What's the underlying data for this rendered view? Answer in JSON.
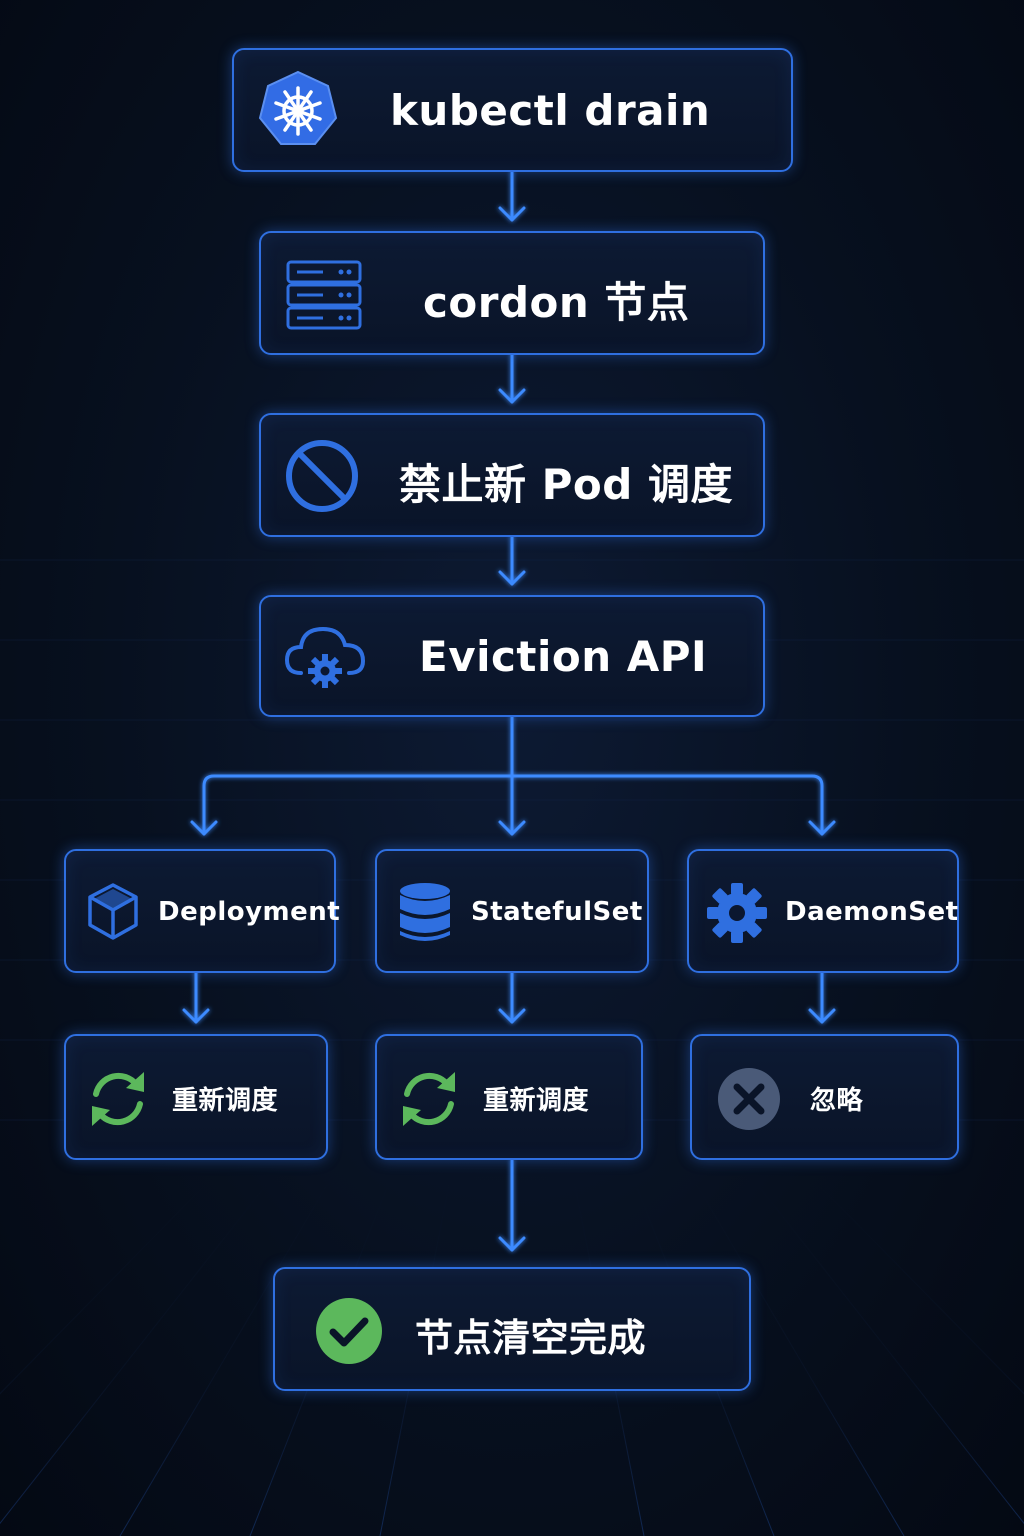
{
  "colors": {
    "accent": "#2f6fe0",
    "accent_bright": "#3d8bff",
    "success": "#5cb85c",
    "neutral": "#4a5a78",
    "background": "#07101f"
  },
  "steps": {
    "drain": {
      "label": "kubectl drain",
      "icon": "kubernetes-helm-icon"
    },
    "cordon": {
      "label": "cordon 节点",
      "icon": "server-rack-icon"
    },
    "no_schedule": {
      "label": "禁止新 Pod 调度",
      "icon": "prohibited-icon"
    },
    "eviction": {
      "label": "Eviction API",
      "icon": "cloud-gear-icon"
    }
  },
  "workloads": [
    {
      "label": "Deployment",
      "icon": "cube-icon"
    },
    {
      "label": "StatefulSet",
      "icon": "database-icon"
    },
    {
      "label": "DaemonSet",
      "icon": "gear-icon"
    }
  ],
  "results": [
    {
      "label": "重新调度",
      "icon": "refresh-icon"
    },
    {
      "label": "重新调度",
      "icon": "refresh-icon"
    },
    {
      "label": "忽略",
      "icon": "close-circle-icon"
    }
  ],
  "final": {
    "label": "节点清空完成",
    "icon": "check-circle-icon"
  }
}
